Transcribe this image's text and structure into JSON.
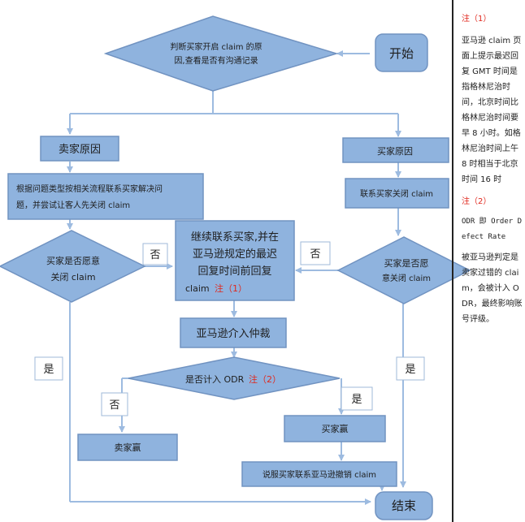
{
  "nodes": {
    "start": "开始",
    "diamond_top": [
      "判断买家开启 claim 的原",
      "因,查看是否有沟通记录"
    ],
    "seller_reason": "卖家原因",
    "buyer_reason": "买家原因",
    "left_action": [
      "根据问题类型按相关流程联系买家解决问",
      "题，并尝试让客人先关闭 claim"
    ],
    "right_action": "联系买家关闭 claim",
    "left_diamond": [
      "买家是否愿意",
      "关闭 claim"
    ],
    "right_diamond": [
      "买家是否愿",
      "意关闭 claim"
    ],
    "center_box": [
      "继续联系买家,并在",
      "亚马逊规定的最迟",
      "回复时间前回复"
    ],
    "center_box_last": "claim",
    "center_note": "注（1）",
    "arbitration": "亚马逊介入仲裁",
    "odr_diamond": "是否计入 ODR",
    "odr_note": "注（2）",
    "seller_wins": "卖家赢",
    "buyer_wins": "买家赢",
    "persuade": "说服买家联系亚马逊撤销 claim",
    "end": "结束"
  },
  "labels": {
    "no_left": "否",
    "no_right": "否",
    "yes_left": "是",
    "yes_right": "是",
    "no_odr": "否",
    "yes_odr": "是"
  },
  "notes": {
    "note1_title": "注（1）",
    "note1_body": "亚马逊 claim 页面上提示最迟回复 GMT 时间是指格林尼治时间，北京时间比格林尼治时间要早 8 小时。如格林尼治时间上午 8 时相当于北京时间 16 时",
    "note2_title": "注（2）",
    "note2_body": "ODR 即 Order Defect Rate",
    "note3_body": "被亚马逊判定是卖家过错的 claim，会被计入 ODR，最终影响账号评级。"
  },
  "colors": {
    "fill": "#8fb3de",
    "stroke": "#7193c1",
    "line": "#9dbbe0",
    "label_bg": "#ffffff",
    "label_border": "#9fb9d8",
    "accent": "#e0281e",
    "text": "#1e1e1e"
  }
}
